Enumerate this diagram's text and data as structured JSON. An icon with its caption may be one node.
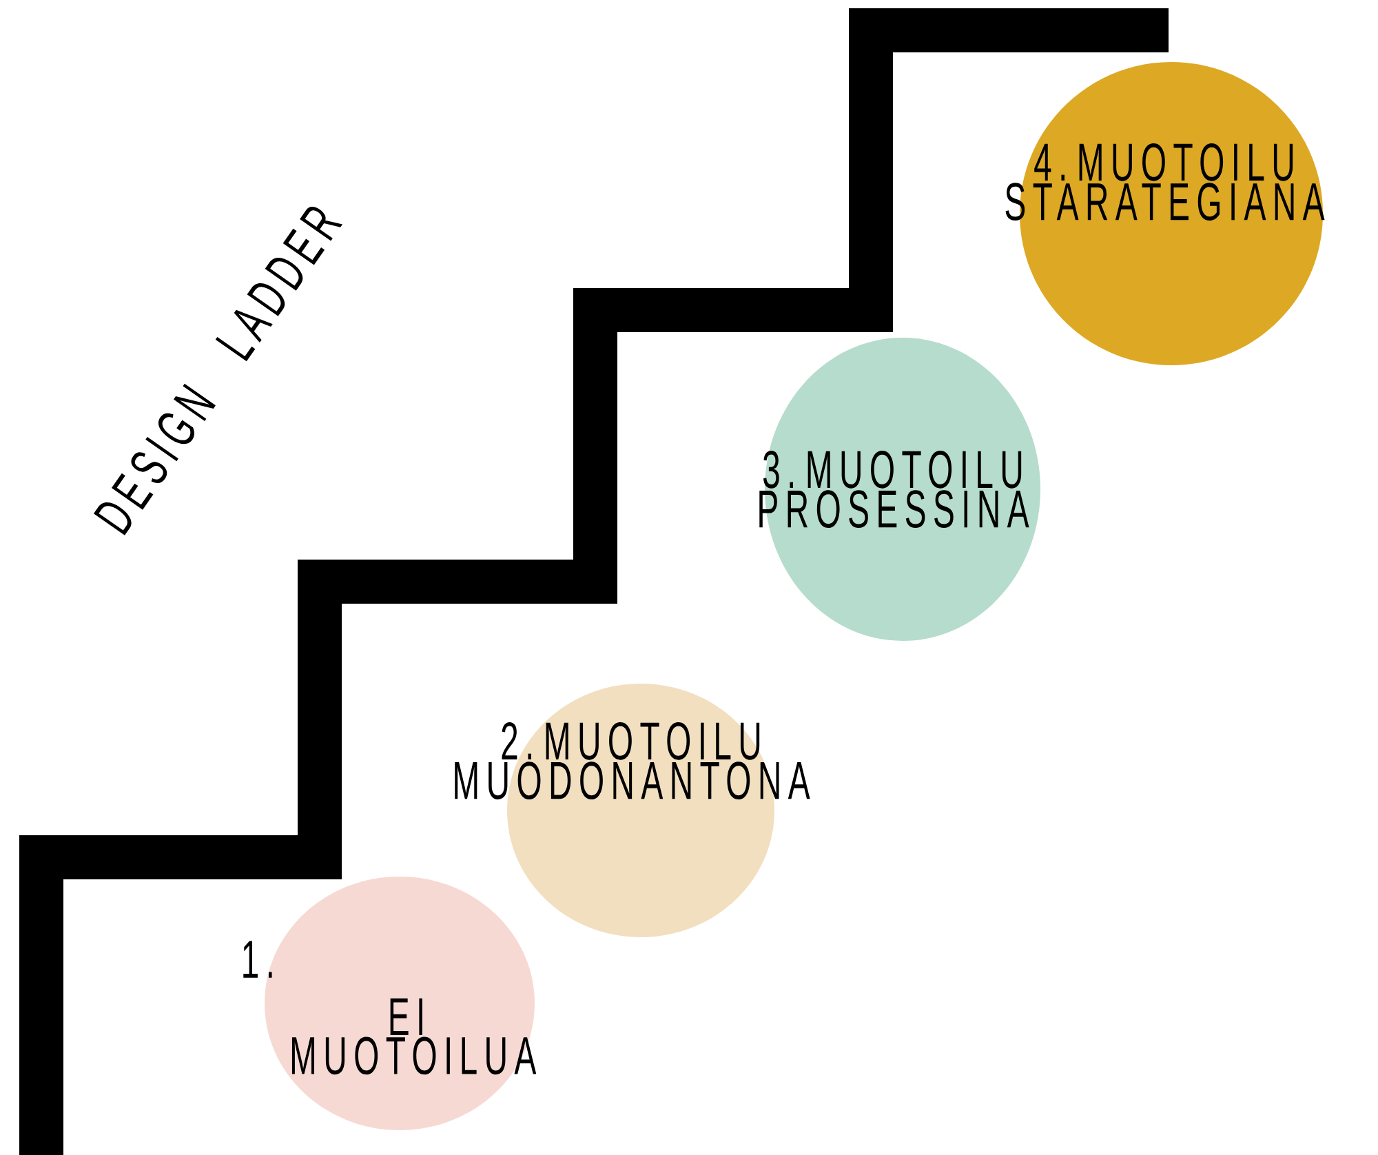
{
  "diagram": {
    "title": "DESIGN LADDER",
    "nodes": [
      {
        "text": [
          "1.",
          "EI MUOTOILUA"
        ]
      },
      {
        "text": [
          "2. MUOTOILU MUODONANTONA"
        ]
      },
      {
        "text": [
          "3. MUOTOILU PROSESSINA"
        ]
      },
      {
        "text": [
          "4. MUOTOILU STARATEGIANA"
        ]
      }
    ]
  }
}
